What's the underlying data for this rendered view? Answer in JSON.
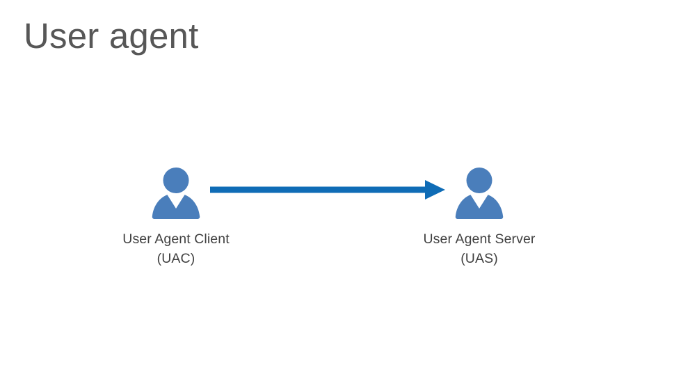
{
  "slide": {
    "title": "User agent",
    "background_color": "#ffffff",
    "title_color": "#575757"
  },
  "colors": {
    "person_blue": "#4a7ebb",
    "arrow_blue": "#0f6cb6",
    "label_gray": "#404040",
    "title_gray": "#575757"
  },
  "diagram": {
    "type": "flow",
    "nodes": [
      {
        "id": "uac",
        "icon": "person-icon",
        "name": "User Agent Client",
        "abbreviation": "(UAC)"
      },
      {
        "id": "uas",
        "icon": "person-icon",
        "name": "User Agent Server",
        "abbreviation": "(UAS)"
      }
    ],
    "connectors": [
      {
        "id": "uac-to-uas",
        "icon": "right-arrow-icon",
        "from": "uac",
        "to": "uas",
        "direction": "right",
        "label": ""
      }
    ]
  }
}
